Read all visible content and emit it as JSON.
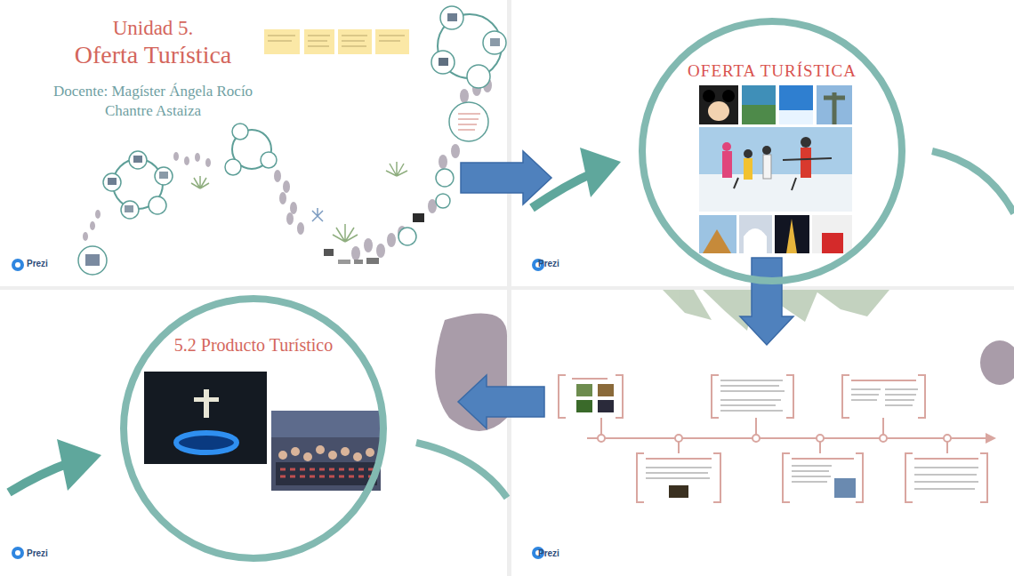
{
  "diagram": {
    "nodes": [
      {
        "text": [
          "Unidad 5.",
          "Oferta Turística",
          "Docente: Magíster Ángela Rocío Chantre Astaiza",
          "Prezi"
        ]
      },
      {
        "text": [
          "Prezi"
        ]
      },
      {
        "text": [
          "OFERTA TURÍSTICA"
        ],
        "in": 1
      },
      {
        "text": [
          "Prezi"
        ]
      },
      {
        "text": [
          "5.2 Producto Turístico"
        ],
        "in": 3
      },
      {
        "text": [
          "Prezi"
        ]
      }
    ],
    "edges": [
      {
        "from": 0,
        "to": 1,
        "arrow": "to"
      },
      {
        "from": 1,
        "to": 5,
        "arrow": "to"
      },
      {
        "from": 5,
        "to": 3,
        "arrow": "to"
      }
    ]
  }
}
